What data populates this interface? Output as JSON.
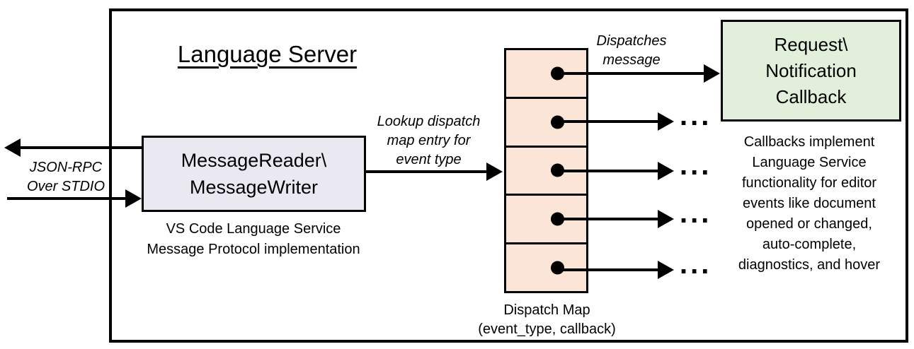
{
  "diagram": {
    "title": "Language Server",
    "stdio": {
      "io_label": "JSON-RPC\nOver STDIO"
    },
    "message_box": {
      "label": "MessageReader\\\nMessageWriter",
      "caption": "VS Code Language Service\nMessage Protocol implementation",
      "fill": "#EAE9F2"
    },
    "lookup_label": "Lookup dispatch\nmap entry for\nevent type",
    "dispatch_map": {
      "caption": "Dispatch Map\n(event_type, callback)",
      "fill": "#FBE5D6",
      "entry_count": 5
    },
    "dispatches_label": "Dispatches\nmessage",
    "callback_box": {
      "label": "Request\\\nNotification\nCallback",
      "fill": "#E2EFDA"
    },
    "callbacks_note": "Callbacks implement\nLanguage Service\nfunctionality for editor\nevents like document\nopened or changed,\nauto-complete,\ndiagnostics, and hover",
    "ellipsis_icon": "..."
  }
}
